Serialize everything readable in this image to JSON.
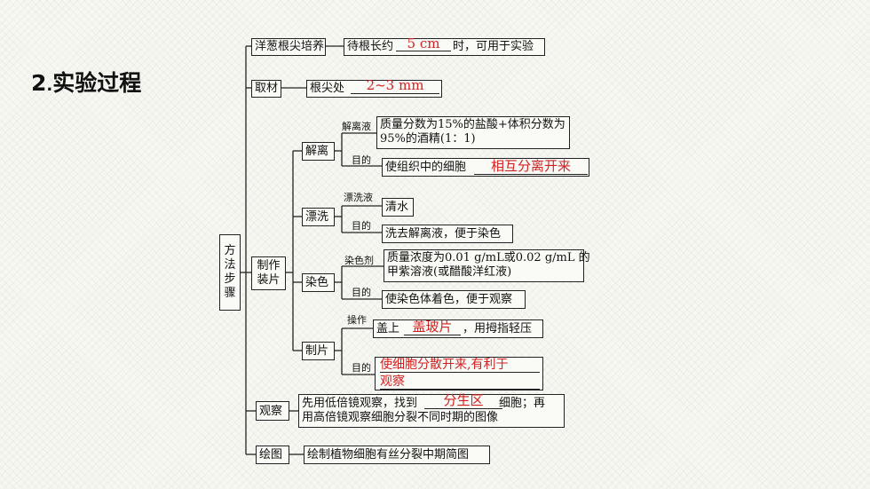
{
  "heading": {
    "num": "2",
    "dot": ".",
    "title": "实验过程"
  },
  "root": {
    "label": "方法步骤"
  },
  "yangcong": {
    "label": "洋葱根尖培养",
    "pre": "待根长约",
    "blank": "5 cm",
    "post": "时，可用于实验"
  },
  "qucai": {
    "label": "取材",
    "pre": "根尖处",
    "blank": "2~3 mm"
  },
  "zhizuo": {
    "label": "制作装片"
  },
  "jieli": {
    "label": "解离",
    "liquid_label": "解离液",
    "liquid_text_1": "质量分数为15%的盐酸+体积分数为",
    "liquid_text_2": "95%的酒精(1：1)",
    "purpose_label": "目的",
    "purpose_pre": "使组织中的细胞",
    "purpose_blank": "相互分离开来"
  },
  "piaoxi": {
    "label": "漂洗",
    "liquid_label": "漂洗液",
    "liquid_text": "清水",
    "purpose_label": "目的",
    "purpose_text": "洗去解离液，便于染色"
  },
  "ranse": {
    "label": "染色",
    "agent_label": "染色剂",
    "agent_text_1": "质量浓度为0.01 g/mL或0.02 g/mL 的",
    "agent_text_2": "甲紫溶液(或醋酸洋红液)",
    "purpose_label": "目的",
    "purpose_text": "使染色体着色，便于观察"
  },
  "zhipian": {
    "label": "制片",
    "op_label": "操作",
    "op_pre": "盖上",
    "op_blank": "盖玻片",
    "op_post": "，用拇指轻压",
    "purpose_label": "目的",
    "purpose_blank_1": "使细胞分散开来,有利于",
    "purpose_blank_2": "观察"
  },
  "guancha": {
    "label": "观察",
    "text_pre": "先用低倍镜观察，找到",
    "blank": "分生区",
    "text_post": "细胞；再",
    "text_2": "用高倍镜观察细胞分裂不同时期的图像"
  },
  "huitu": {
    "label": "绘图",
    "text": "绘制植物细胞有丝分裂中期简图"
  },
  "colors": {
    "answer": "#d42020",
    "line": "#222222"
  }
}
